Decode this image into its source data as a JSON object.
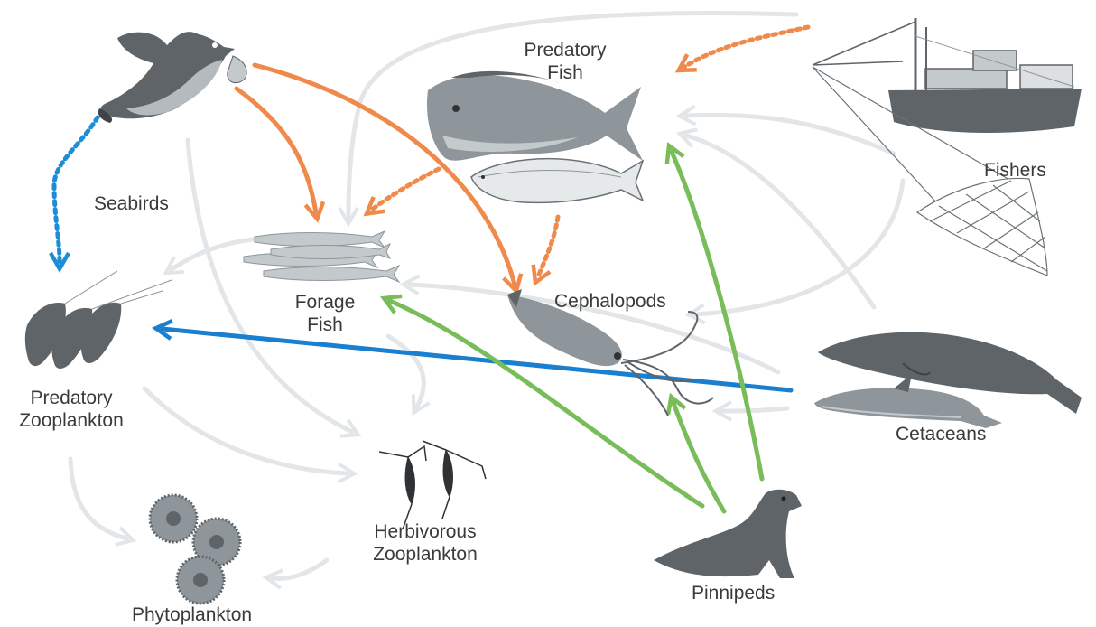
{
  "labels": {
    "predatory_fish_1": "Predatory",
    "predatory_fish_2": "Fish",
    "fishers": "Fishers",
    "seabirds": "Seabirds",
    "forage_fish_1": "Forage",
    "forage_fish_2": "Fish",
    "cephalopods": "Cephalopods",
    "predatory_zoo_1": "Predatory",
    "predatory_zoo_2": "Zooplankton",
    "cetaceans": "Cetaceans",
    "herbivorous_zoo_1": "Herbivorous",
    "herbivorous_zoo_2": "Zooplankton",
    "pinnipeds": "Pinnipeds",
    "phytoplankton": "Phytoplankton"
  },
  "colors": {
    "background_arrow": "#e3e6e8",
    "seabird_arrow": "#f08a4b",
    "cetacean_arrow": "#1a7fcf",
    "pinniped_arrow": "#78bd59",
    "seabird_dotted": "#1c8ed8",
    "animal_dark": "#5e6468",
    "animal_mid": "#8e969b",
    "animal_light": "#c4c9cc"
  },
  "icons": [
    "seabird-icon",
    "predatory-fish-icon",
    "salmon-icon",
    "fishing-boat-icon",
    "fishing-net-icon",
    "forage-fish-icon",
    "cephalopod-icon",
    "shrimp-icon",
    "whale-icon",
    "dolphin-icon",
    "copepod-icon",
    "sea-lion-icon",
    "phytoplankton-icon"
  ]
}
